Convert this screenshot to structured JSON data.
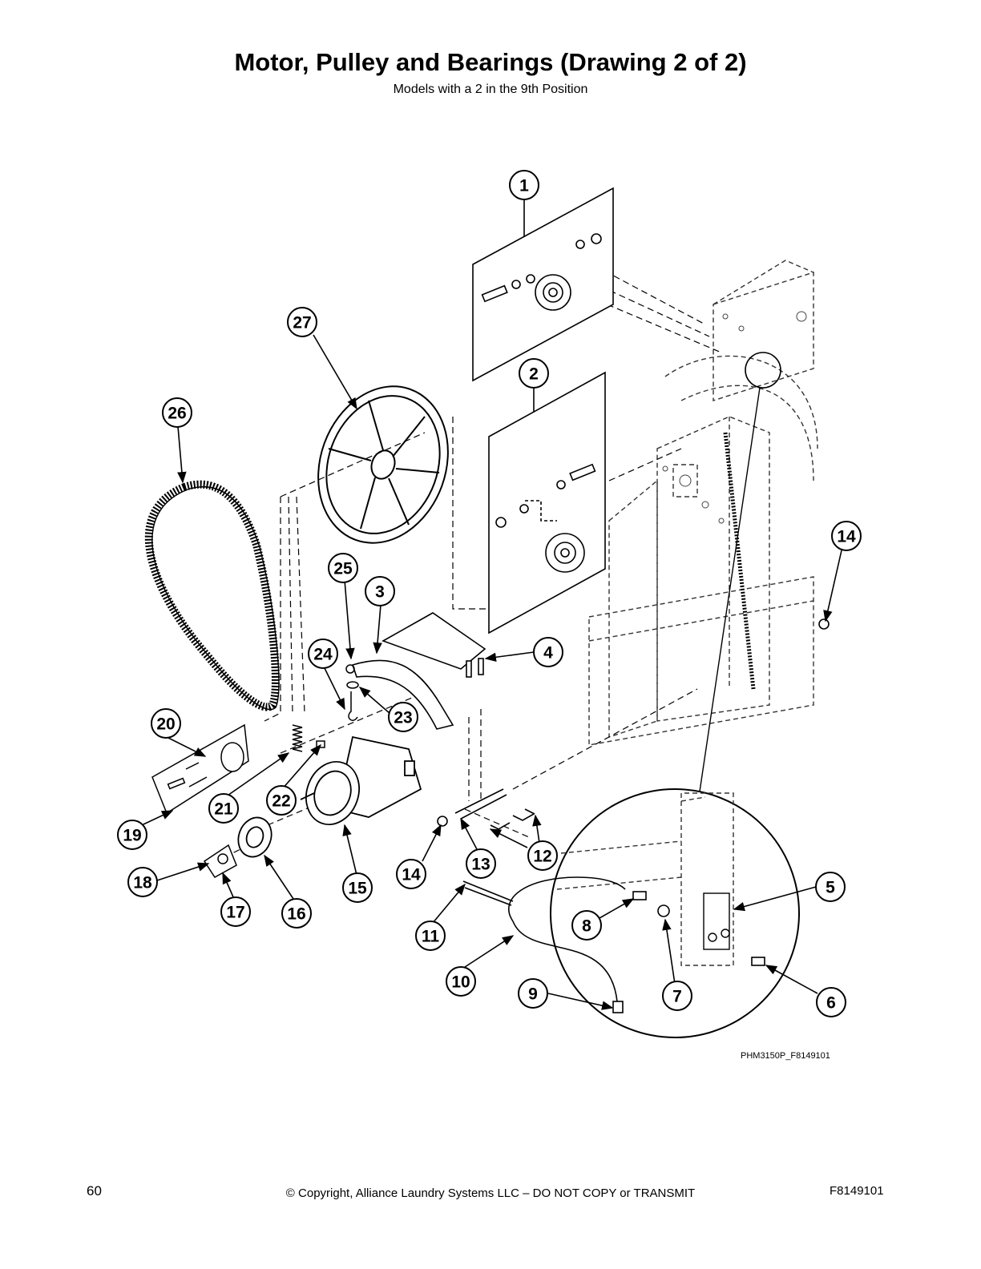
{
  "header": {
    "title": "Motor, Pulley and Bearings (Drawing 2 of 2)",
    "subtitle": "Models with a 2 in the 9th Position"
  },
  "callouts": [
    "1",
    "2",
    "3",
    "4",
    "5",
    "6",
    "7",
    "8",
    "9",
    "10",
    "11",
    "12",
    "13",
    "14",
    "14",
    "15",
    "16",
    "17",
    "18",
    "19",
    "20",
    "21",
    "22",
    "23",
    "24",
    "25",
    "26",
    "27"
  ],
  "drawing_code": "PHM3150P_F8149101",
  "footer": {
    "page_number": "60",
    "copyright": "© Copyright, Alliance Laundry Systems LLC – DO NOT COPY or TRANSMIT",
    "doc_number": "F8149101"
  }
}
